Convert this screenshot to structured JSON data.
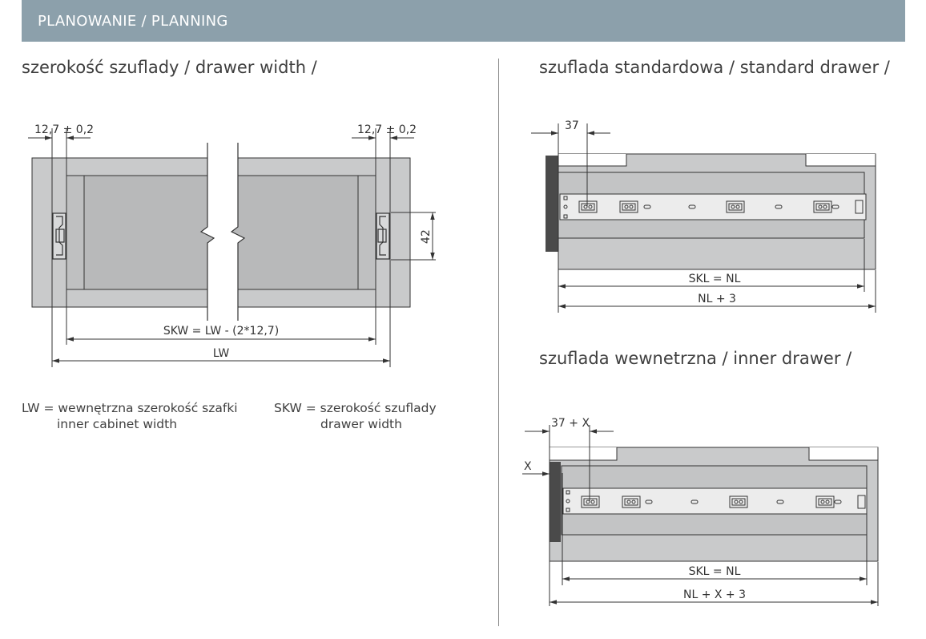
{
  "header": {
    "title": "PLANOWANIE / PLANNING"
  },
  "headings": {
    "drawer_width": "szerokość szuflady / drawer width /",
    "standard_drawer": "szuflada standardowa / standard drawer /",
    "inner_drawer": "szuflada wewnetrzna / inner drawer /"
  },
  "width_diagram": {
    "tol_left": "12,7 ± 0,2",
    "tol_right": "12,7 ± 0,2",
    "height_dim": "42",
    "skw_formula": "SKW = LW - (2*12,7)",
    "lw": "LW"
  },
  "legend": {
    "lw_line1": "LW = wewnętrzna szerokość szafki",
    "lw_line2": "inner cabinet width",
    "skw_line1": "SKW = szerokość szuflady",
    "skw_line2": "drawer width"
  },
  "standard_diagram": {
    "offset": "37",
    "skl": "SKL = NL",
    "total": "NL + 3"
  },
  "inner_diagram": {
    "offset": "37 + X",
    "x": "X",
    "skl": "SKL = NL",
    "total": "NL + X + 3"
  },
  "colors": {
    "header": "#8ca0ab",
    "panel": "#c9cacb",
    "panel_dark": "#b4b5b6",
    "front": "#4a4a4a"
  }
}
